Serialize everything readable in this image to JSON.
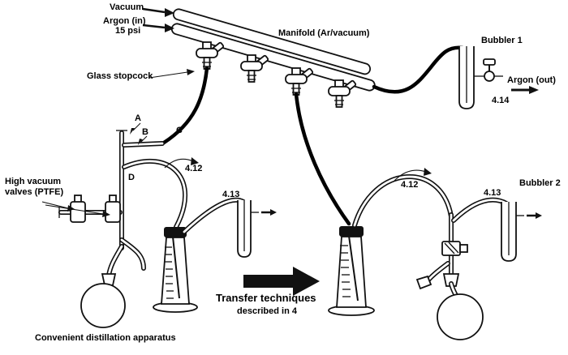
{
  "page": {
    "background": "#ffffff",
    "ink": "#000000"
  },
  "labels": {
    "vacuum": "Vacuum",
    "argon_in": "Argon (in)",
    "argon_pressure": "15 psi",
    "manifold": "Manifold (Ar/vacuum)",
    "glass_stopcock": "Glass stopcock",
    "bubbler1": "Bubbler 1",
    "argon_out": "Argon (out)",
    "fig_bubbler1": "4.14",
    "joint_a": "A",
    "joint_b": "B",
    "joint_c": "C",
    "joint_d": "D",
    "high_vacuum_valves": "High vacuum valves (PTFE)",
    "fig_transfer_left": "4.12",
    "fig_bubbler_left": "4.13",
    "fig_transfer_right": "4.12",
    "fig_bubbler_right": "4.13",
    "bubbler2": "Bubbler 2",
    "distillation_caption": "Convenient distillation apparatus",
    "transfer_title": "Transfer techniques",
    "transfer_subtitle": "described in 4"
  },
  "icons": {
    "vacuum_inlet": "right-arrow",
    "argon_inlet": "right-arrow",
    "glass_stopcock_pointer": "right-arrow",
    "valve_pointers": "right-arrow",
    "argon_outlet": "right-arrow",
    "bubbler_vents": "right-arrow",
    "transfer_direction": "block-right-arrow",
    "flow_hint": "curved-arrow"
  }
}
